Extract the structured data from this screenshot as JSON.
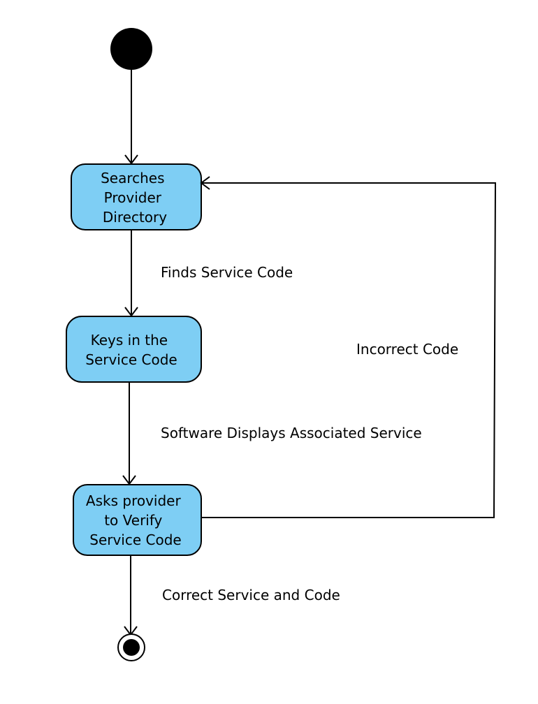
{
  "diagram": {
    "type": "activity-diagram",
    "fill_color": "#7ecef4",
    "nodes": {
      "searches": {
        "lines": [
          "Searches",
          "Provider",
          "Directory"
        ]
      },
      "keys": {
        "lines": [
          "Keys in the",
          "Service Code"
        ]
      },
      "asks": {
        "lines": [
          "Asks provider",
          "to Verify",
          "Service Code"
        ]
      }
    },
    "edges": {
      "finds": "Finds Service Code",
      "displays": "Software Displays Associated Service",
      "correct": "Correct Service and Code",
      "incorrect": "Incorrect Code"
    }
  }
}
